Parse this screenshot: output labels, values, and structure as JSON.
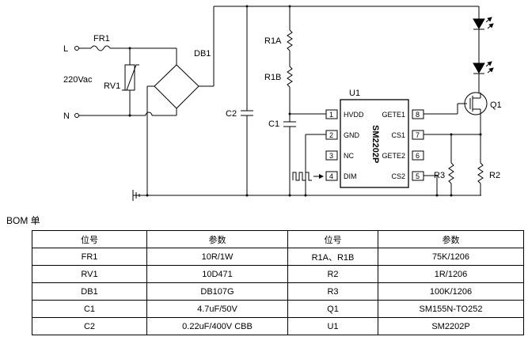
{
  "schematic": {
    "labels": {
      "L": "L",
      "N": "N",
      "ac": "220Vac",
      "fr1": "FR1",
      "rv1": "RV1",
      "db1": "DB1",
      "c2": "C2",
      "r1a": "R1A",
      "r1b": "R1B",
      "c1": "C1",
      "u1": "U1",
      "r3": "R3",
      "r2": "R2",
      "q1": "Q1"
    },
    "chip": {
      "name": "SM2202P",
      "pins_left": [
        {
          "num": "1",
          "name": "HVDD"
        },
        {
          "num": "2",
          "name": "GND"
        },
        {
          "num": "3",
          "name": "NC"
        },
        {
          "num": "4",
          "name": "DIM"
        }
      ],
      "pins_right": [
        {
          "num": "8",
          "name": "GETE1"
        },
        {
          "num": "7",
          "name": "CS1"
        },
        {
          "num": "6",
          "name": "GETE2"
        },
        {
          "num": "5",
          "name": "CS2"
        }
      ]
    }
  },
  "bom": {
    "title": "BOM 单",
    "headers": [
      "位号",
      "参数",
      "位号",
      "参数"
    ],
    "rows": [
      [
        "FR1",
        "10R/1W",
        "R1A、R1B",
        "75K/1206"
      ],
      [
        "RV1",
        "10D471",
        "R2",
        "1R/1206"
      ],
      [
        "DB1",
        "DB107G",
        "R3",
        "100K/1206"
      ],
      [
        "C1",
        "4.7uF/50V",
        "Q1",
        "SM155N-TO252"
      ],
      [
        "C2",
        "0.22uF/400V CBB",
        "U1",
        "SM2202P"
      ]
    ]
  }
}
